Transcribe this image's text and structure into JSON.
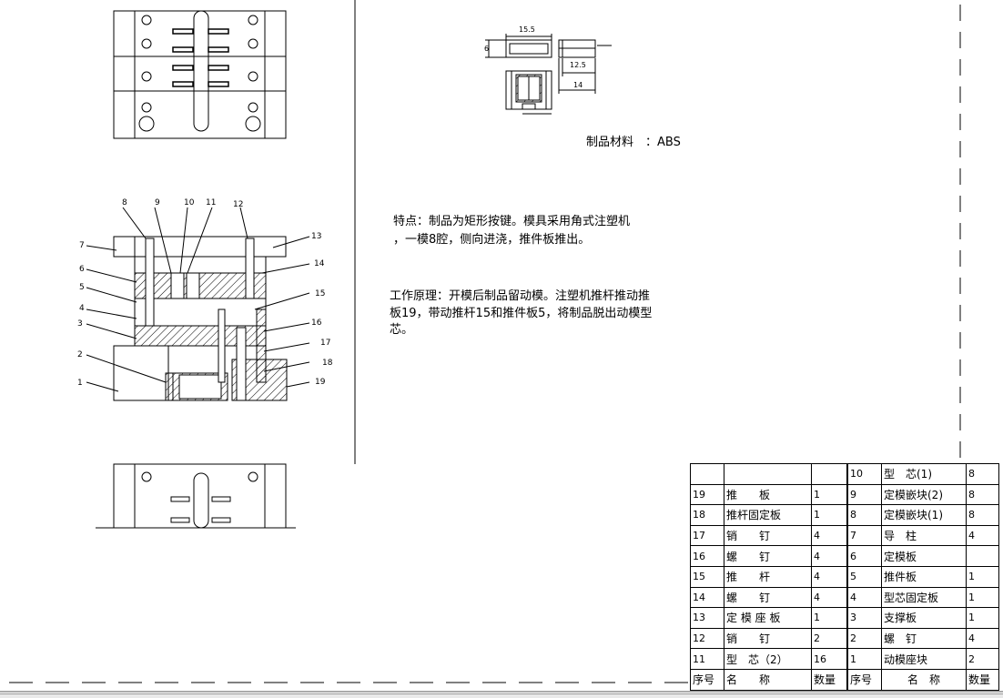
{
  "product_material": "制品材料　：ABS",
  "features_text": [
    "特点：制品为矩形按键。模具采用角式注塑机",
    "，一模8腔，侧向进浇，推件板推出。"
  ],
  "principle_text": [
    "工作原理：开模后制品留动模。注塑机推杆推动推",
    "板19，带动推杆15和推件板5，将制品脱出动模型",
    "芯。"
  ],
  "dimensions": {
    "d1": "15.5",
    "d2": "6",
    "d3": "12.5",
    "d4": "14"
  },
  "callouts": {
    "top": [
      "8",
      "9",
      "10",
      "11",
      "12"
    ],
    "left": [
      "7",
      "6",
      "5",
      "4",
      "3",
      "2",
      "1"
    ],
    "right": [
      "13",
      "14",
      "15",
      "16",
      "17",
      "18",
      "19"
    ]
  },
  "bom_header": {
    "seq": "序号",
    "name": "名　　称",
    "qty": "数量",
    "name_right": "名　称"
  },
  "bom_left": [
    {
      "seq": "",
      "name": "",
      "qty": ""
    },
    {
      "seq": "19",
      "name": "推　　板",
      "qty": "1"
    },
    {
      "seq": "18",
      "name": "推杆固定板",
      "qty": "1"
    },
    {
      "seq": "17",
      "name": "销　　钉",
      "qty": "4"
    },
    {
      "seq": "16",
      "name": "螺　　钉",
      "qty": "4"
    },
    {
      "seq": "15",
      "name": "推　　杆",
      "qty": "4"
    },
    {
      "seq": "14",
      "name": "螺　　钉",
      "qty": "4"
    },
    {
      "seq": "13",
      "name": "定 模 座 板",
      "qty": "1"
    },
    {
      "seq": "12",
      "name": "销　　钉",
      "qty": "2"
    },
    {
      "seq": "11",
      "name": "型　芯（2）",
      "qty": "16"
    }
  ],
  "bom_right": [
    {
      "seq": "10",
      "name": "型　芯(1)",
      "qty": "8"
    },
    {
      "seq": "9",
      "name": "定模嵌块(2)",
      "qty": "8"
    },
    {
      "seq": "8",
      "name": "定模嵌块(1)",
      "qty": "8"
    },
    {
      "seq": "7",
      "name": "导　柱",
      "qty": "4"
    },
    {
      "seq": "6",
      "name": "定模板",
      "qty": ""
    },
    {
      "seq": "5",
      "name": "推件板",
      "qty": "1"
    },
    {
      "seq": "4",
      "name": "型芯固定板",
      "qty": "1"
    },
    {
      "seq": "3",
      "name": "支撑板",
      "qty": "1"
    },
    {
      "seq": "2",
      "name": "螺　钉",
      "qty": "4"
    },
    {
      "seq": "1",
      "name": "动模座块",
      "qty": "2"
    }
  ]
}
